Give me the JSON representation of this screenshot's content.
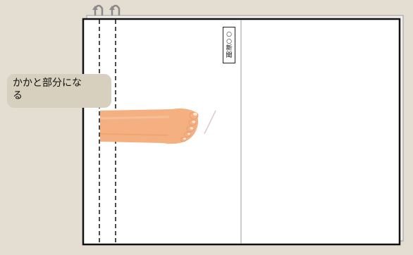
{
  "callout": {
    "text_line1": "かかと部分にな",
    "text_line2": "る"
  },
  "newspaper": {
    "name_chars": [
      "○",
      "○",
      "新",
      "聞"
    ]
  },
  "colors": {
    "background": "#e3ddd2",
    "callout_fill": "#d7d0bf",
    "paper_fill": "#ffffff",
    "paper_border": "#111111",
    "skin": "#f4b080",
    "arrow": "#8a8a8a"
  },
  "icons": {
    "fold_arrows": "fold-up-arrow-icon",
    "foot": "foot-illustration-icon"
  }
}
